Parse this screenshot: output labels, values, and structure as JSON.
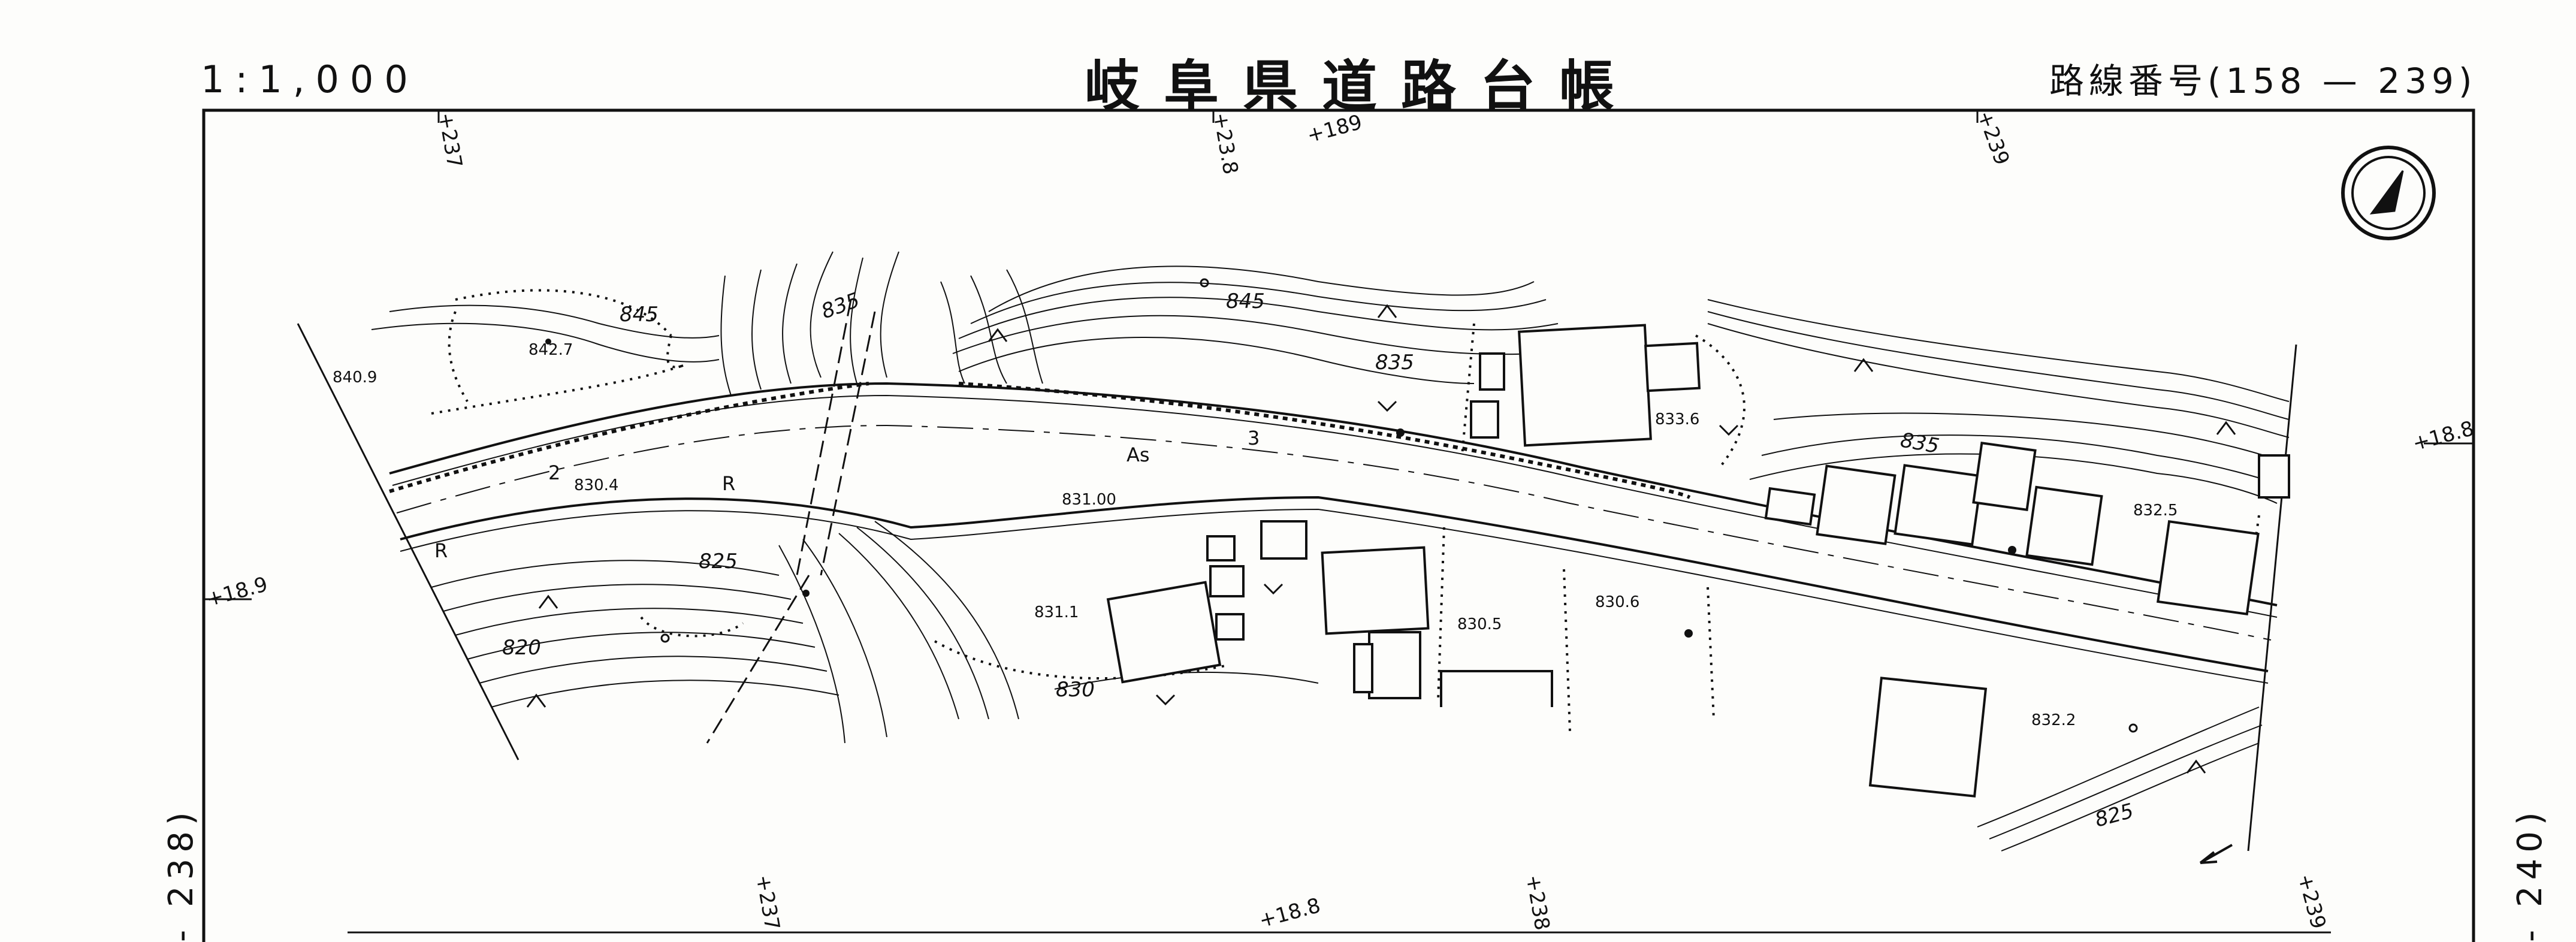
{
  "header": {
    "scale": "1:1,000",
    "title": "岐阜県道路台帳",
    "route": "路線番号(158 — 239)"
  },
  "margins": {
    "left_continuation": "- 238)",
    "right_continuation": "- 240)"
  },
  "stations": {
    "s237_top": "+237",
    "s238_top": "+23.8",
    "s189_top": "+189",
    "s239_top": "+239",
    "s188_right": "+18.8",
    "s189_left": "+18.9",
    "s237_bottom": "+237",
    "s188_bottom": "+18.8",
    "s238_bottom": "+238",
    "s239_bottom": "+239"
  },
  "contours": {
    "c845a": "845",
    "c845b": "845",
    "c835a": "835",
    "c835b": "835",
    "c835c": "835",
    "c825a": "825",
    "c825b": "825",
    "c820": "820",
    "c830": "830"
  },
  "spot_heights": {
    "h8427": "842.7",
    "h8409": "840.9",
    "h8304": "830.4",
    "h83100": "831.00",
    "h8336": "833.6",
    "h8325": "832.5",
    "h8311": "831.1",
    "h8305": "830.5",
    "h8306": "830.6",
    "h8322": "832.2"
  },
  "road_labels": {
    "surface": "As",
    "lane_3": "3",
    "lane_2": "2",
    "r_upper": "R",
    "r_lower": "R"
  }
}
